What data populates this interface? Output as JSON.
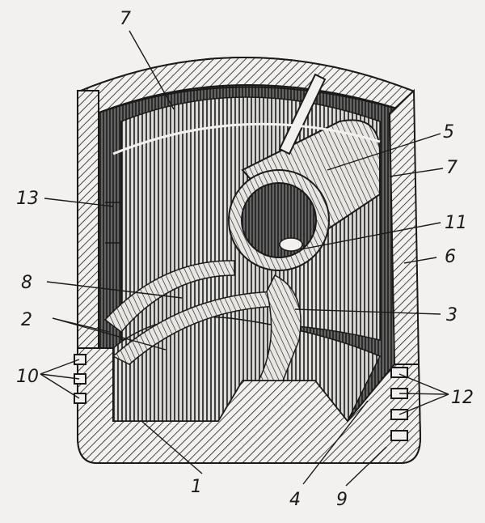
{
  "figure": {
    "description": "Cutaway drawing of an engine piston",
    "labels": [
      {
        "id": "callout-1",
        "text": "1"
      },
      {
        "id": "callout-2",
        "text": "2"
      },
      {
        "id": "callout-3",
        "text": "3"
      },
      {
        "id": "callout-4",
        "text": "4"
      },
      {
        "id": "callout-5",
        "text": "5"
      },
      {
        "id": "callout-6",
        "text": "6"
      },
      {
        "id": "callout-7-top",
        "text": "7"
      },
      {
        "id": "callout-7-right",
        "text": "7"
      },
      {
        "id": "callout-8",
        "text": "8"
      },
      {
        "id": "callout-9",
        "text": "9"
      },
      {
        "id": "callout-10",
        "text": "10"
      },
      {
        "id": "callout-11",
        "text": "11"
      },
      {
        "id": "callout-12",
        "text": "12"
      },
      {
        "id": "callout-13",
        "text": "13"
      }
    ]
  },
  "colors": {
    "background": "#f2f1ef",
    "ink": "#1a1a1a",
    "shade": "#3a3a3a"
  }
}
